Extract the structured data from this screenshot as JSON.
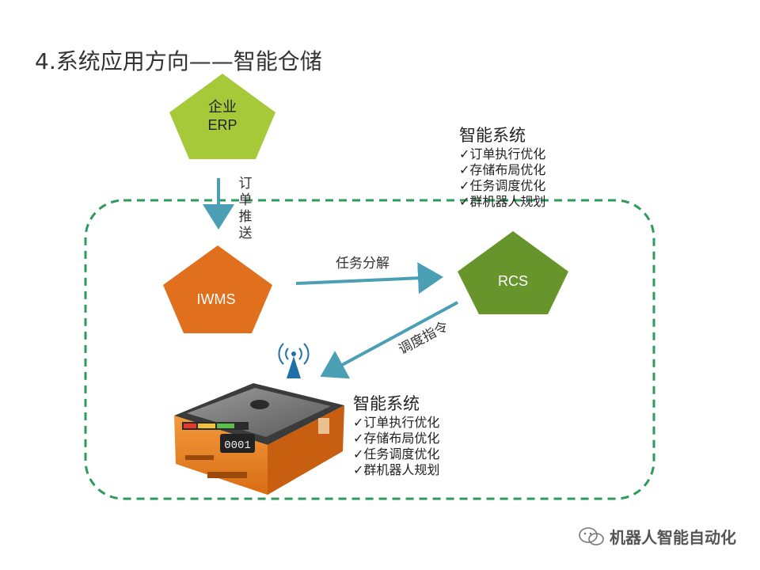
{
  "title": "4.系统应用方向——智能仓储",
  "nodes": {
    "erp": {
      "line1": "企业",
      "line2": "ERP",
      "color": "#a6c93a"
    },
    "iwms": {
      "label": "IWMS",
      "color": "#e0701e"
    },
    "rcs": {
      "label": "RCS",
      "color": "#67952b"
    }
  },
  "edges": {
    "order_push": "订单推送",
    "task_split": "任务分解",
    "dispatch": "调度指令"
  },
  "features_top": {
    "title": "智能系统",
    "items": [
      "✓订单执行优化",
      "✓存储布局优化",
      "✓任务调度优化",
      "✓群机器人规划"
    ]
  },
  "features_bottom": {
    "title": "智能系统",
    "items": [
      "✓订单执行优化",
      "✓存储布局优化",
      "✓任务调度优化",
      "✓群机器人规划"
    ]
  },
  "robot": {
    "counter": "0001",
    "color": "#e8852a"
  },
  "footer": {
    "text": "机器人智能自动化"
  },
  "colors": {
    "arrow": "#4a9fb5",
    "boundary": "#2e9a5c"
  }
}
